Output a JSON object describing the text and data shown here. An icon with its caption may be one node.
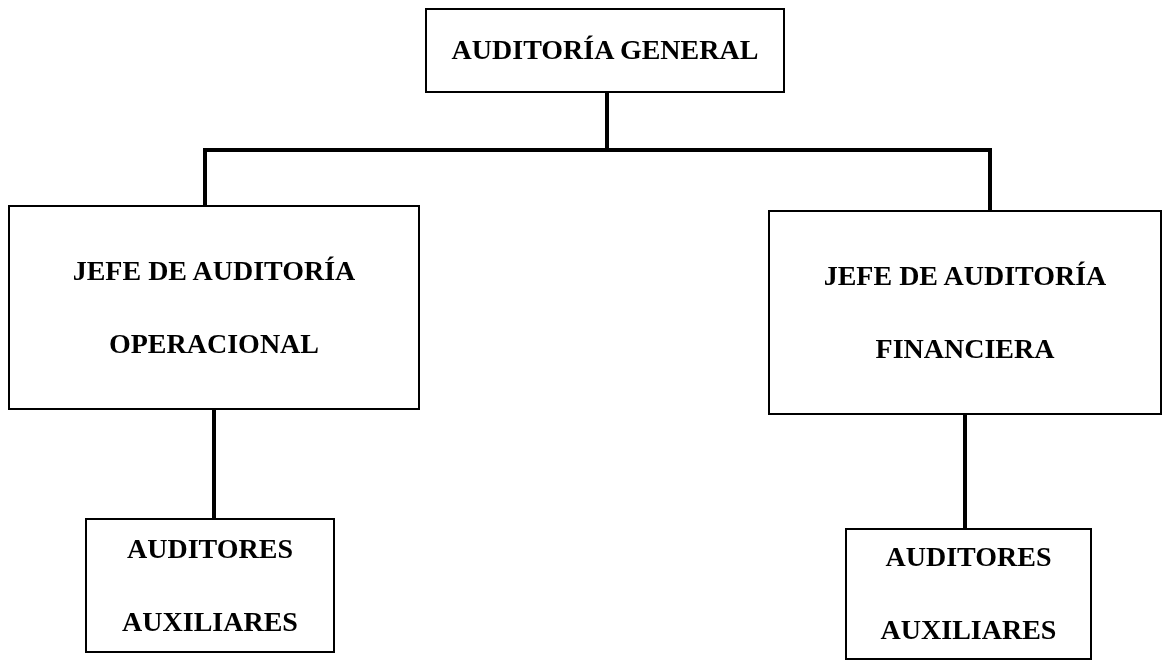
{
  "diagram": {
    "nodes": [
      {
        "text": [
          "AUDITORÍA GENERAL"
        ]
      },
      {
        "text": [
          "JEFE DE AUDITORÍA OPERACIONAL"
        ]
      },
      {
        "text": [
          "JEFE DE AUDITORÍA FINANCIERA"
        ]
      },
      {
        "text": [
          "AUDITORES AUXILIARES"
        ]
      },
      {
        "text": [
          "AUDITORES AUXILIARES"
        ]
      }
    ],
    "edges": [
      {
        "from": 0,
        "to": 1,
        "arrow": "none"
      },
      {
        "from": 0,
        "to": 2,
        "arrow": "none"
      },
      {
        "from": 1,
        "to": 3,
        "arrow": "none"
      },
      {
        "from": 2,
        "to": 4,
        "arrow": "none"
      }
    ]
  }
}
